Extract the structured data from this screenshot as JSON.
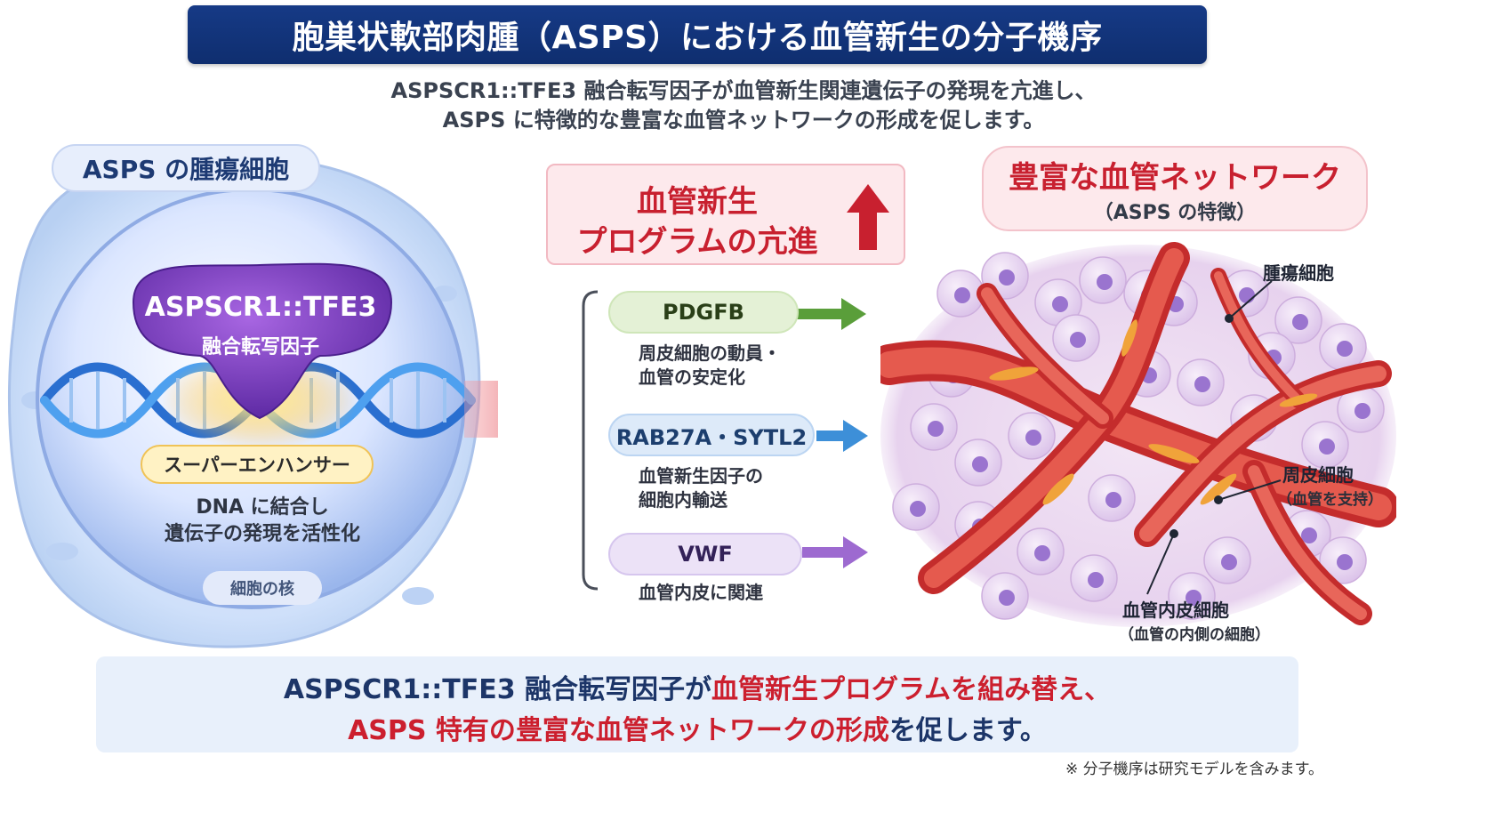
{
  "title": "胞巣状軟部肉腫（ASPS）における血管新生の分子機序",
  "subtitle": {
    "line1": "ASPSCR1::TFE3 融合転写因子が血管新生関連遺伝子の発現を亢進し、",
    "line2": "ASPS に特徴的な豊富な血管ネットワークの形成を促します。"
  },
  "left_panel": {
    "heading": "ASPS の腫瘍細胞",
    "fusion_name": "ASPSCR1::TFE3",
    "fusion_sub": "融合転写因子",
    "enhancer": "スーパーエンハンサー",
    "caption_line1": "DNA に結合し",
    "caption_line2": "遺伝子の発現を活性化",
    "nucleus_label": "細胞の核"
  },
  "program": {
    "line1": "血管新生",
    "line2": "プログラムの亢進"
  },
  "genes": [
    {
      "name": "PDGFB",
      "desc_line1": "周皮細胞の動員・",
      "desc_line2": "血管の安定化",
      "color": "#5a9e3a"
    },
    {
      "name": "RAB27A・SYTL2",
      "desc_line1": "血管新生因子の",
      "desc_line2": "細胞内輸送",
      "color": "#3d8fd8"
    },
    {
      "name": "VWF",
      "desc_line1": "血管内皮に関連",
      "desc_line2": "",
      "color": "#9d6ad0"
    }
  ],
  "right_panel": {
    "title": "豊富な血管ネットワーク",
    "subtitle": "（ASPS の特徴）",
    "label_tumor": "腫瘍細胞",
    "label_pericyte": "周皮細胞",
    "label_pericyte_sub": "（血管を支持）",
    "label_endo": "血管内皮細胞",
    "label_endo_sub": "（血管の内側の細胞）"
  },
  "bottom": {
    "l1_a": "ASPSCR1::TFE3 融合転写因子が",
    "l1_b": "血管新生プログラムを組み替え、",
    "l2_a": "ASPS 特有の豊富な血管ネットワークの形成",
    "l2_b": "を促します。"
  },
  "footnote": "※ 分子機序は研究モデルを含みます。",
  "colors": {
    "accent_red": "#cc1f2e",
    "navy": "#163a86"
  }
}
